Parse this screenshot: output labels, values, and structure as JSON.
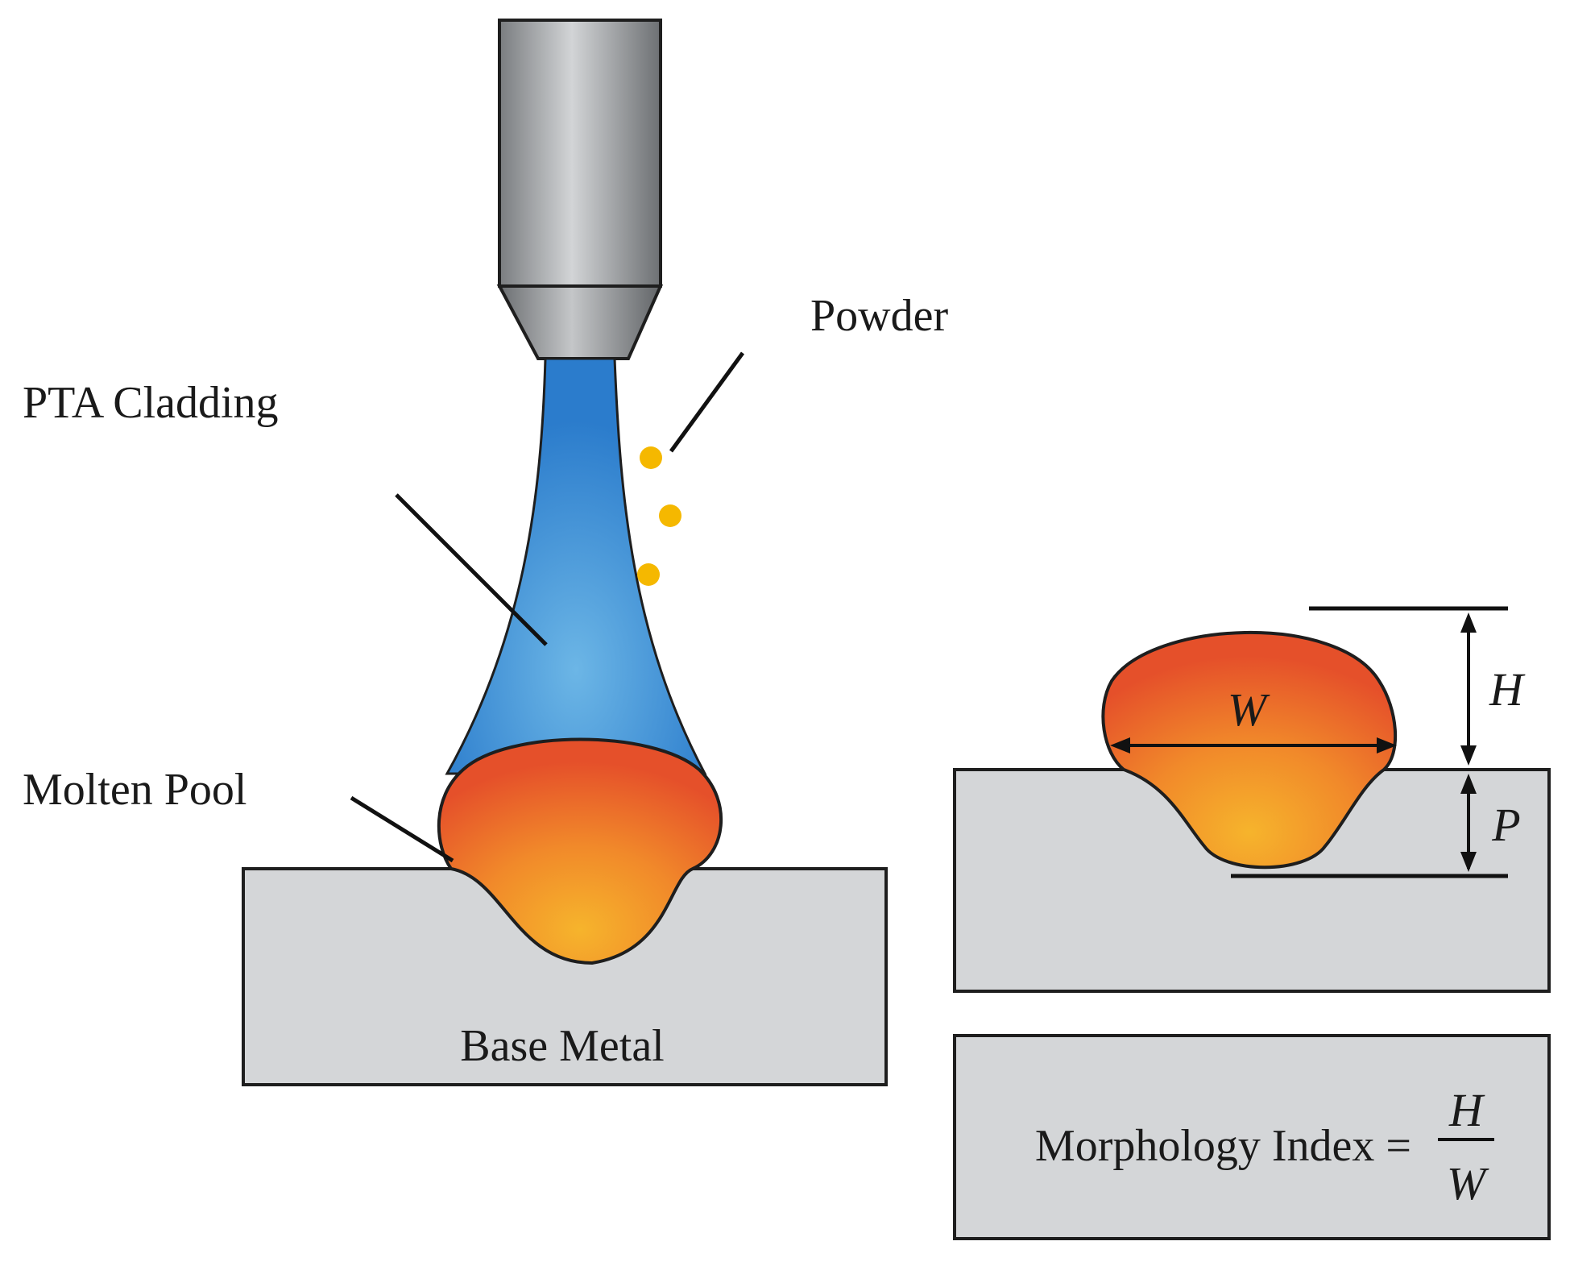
{
  "labels": {
    "powder": "Powder",
    "pta_cladding": "PTA Cladding",
    "molten_pool": "Molten Pool",
    "base_metal": "Base Metal",
    "height": "H",
    "width": "W",
    "penetration": "P",
    "formula_text": "Morphology Index =",
    "formula_numerator": "H",
    "formula_denominator": "W"
  },
  "colors": {
    "nozzle_light": "#c9cbcd",
    "nozzle_dark": "#6f7275",
    "plasma_light": "#5aa9de",
    "plasma_dark": "#2f7fcf",
    "melt_hot": "#e8542a",
    "melt_warm": "#f4a62a",
    "powder": "#f5b800",
    "metal": "#d4d6d8",
    "stroke": "#1e1e1e"
  }
}
